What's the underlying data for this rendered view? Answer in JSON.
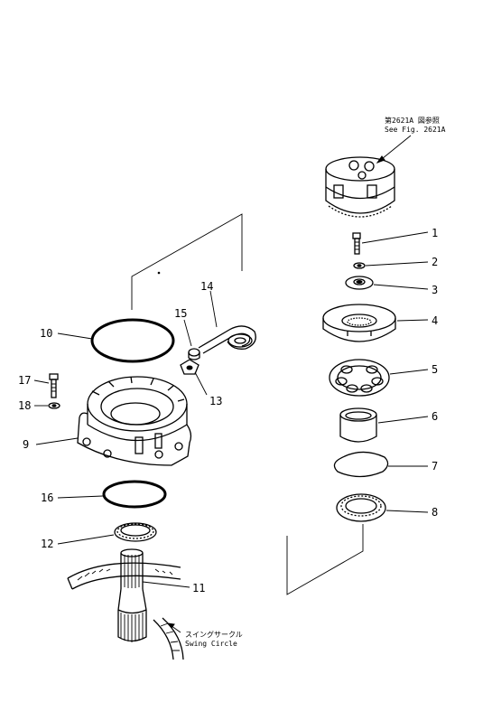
{
  "reference_note": {
    "line1": "第2621A 図参照",
    "line2": "See Fig. 2621A"
  },
  "swing_circle_note": {
    "japanese": "スイングサークル",
    "english": "Swing Circle"
  },
  "callouts": {
    "p1": "1",
    "p2": "2",
    "p3": "3",
    "p4": "4",
    "p5": "5",
    "p6": "6",
    "p7": "7",
    "p8": "8",
    "p9": "9",
    "p10": "10",
    "p11": "11",
    "p12": "12",
    "p13": "13",
    "p14": "14",
    "p15": "15",
    "p16": "16",
    "p17": "17",
    "p18": "18"
  }
}
